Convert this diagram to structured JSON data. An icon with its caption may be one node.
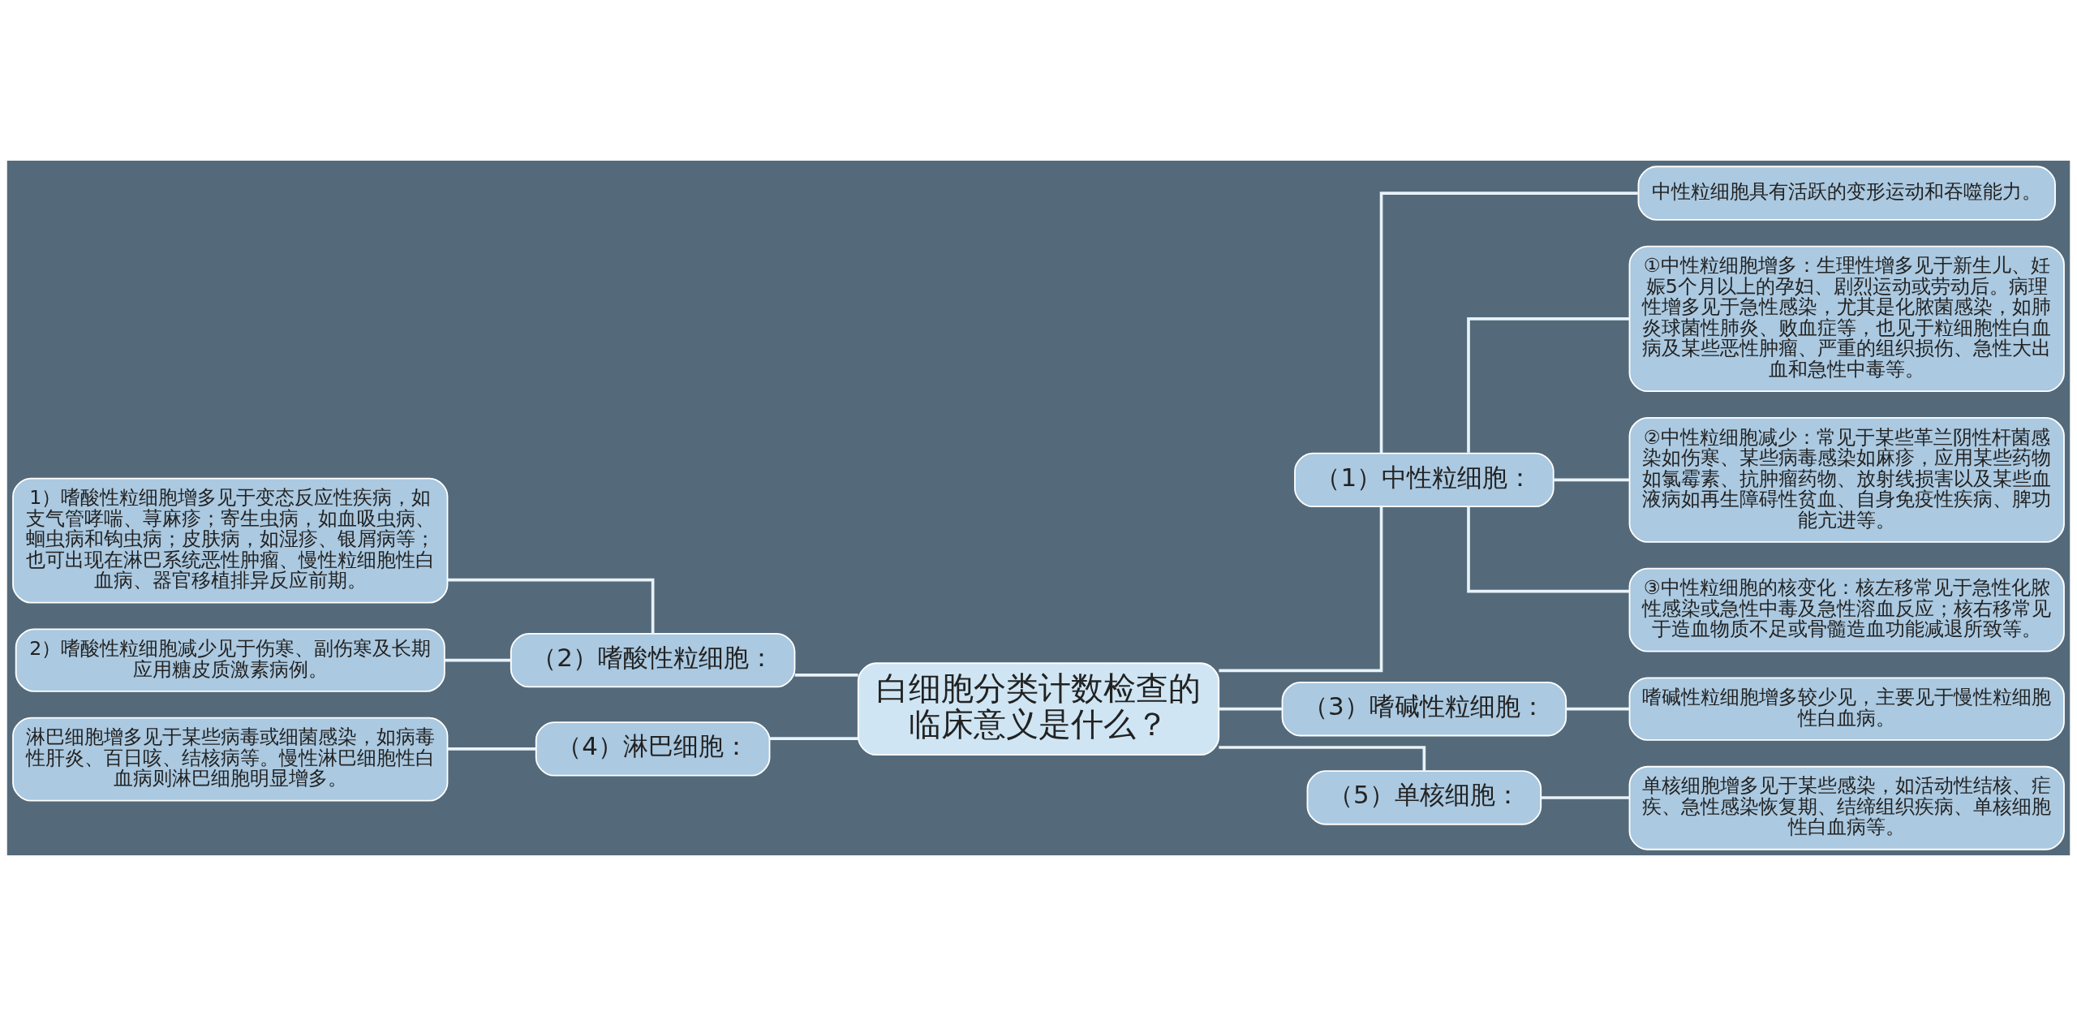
{
  "diagram": {
    "nodes": [
      {
        "text": [
          "白细胞分类计数检查的临床意义是什么？"
        ]
      },
      {
        "text": [
          "（1）中性粒细胞："
        ]
      },
      {
        "text": [
          "中性粒细胞具有活跃的变形运动和吞噬能力。"
        ]
      },
      {
        "text": [
          "①中性粒细胞增多：生理性增多见于新生儿、妊娠5个月以上的孕妇、剧烈运动或劳动后。病理性增多见于急性感染，尤其是化脓菌感染，如肺炎球菌性肺炎、败血症等，也见于粒细胞性白血病及某些恶性肿瘤、严重的组织损伤、急性大出血和急性中毒等。"
        ]
      },
      {
        "text": [
          "②中性粒细胞减少：常见于某些革兰阴性杆菌感染如伤寒、某些病毒感染如麻疹，应用某些药物如氯霉素、抗肿瘤药物、放射线损害以及某些血液病如再生障碍性贫血、自身免疫性疾病、脾功能亢进等。"
        ]
      },
      {
        "text": [
          "③中性粒细胞的核变化：核左移常见于急性化脓性感染或急性中毒及急性溶血反应；核右移常见于造血物质不足或骨髓造血功能减退所致等。"
        ]
      },
      {
        "text": [
          "（3）嗜碱性粒细胞："
        ]
      },
      {
        "text": [
          "嗜碱性粒细胞增多较少见，主要见于慢性粒细胞性白血病。"
        ]
      },
      {
        "text": [
          "（5）单核细胞："
        ]
      },
      {
        "text": [
          "单核细胞增多见于某些感染，如活动性结核、疟疾、急性感染恢复期、结缔组织疾病、单核细胞性白血病等。"
        ]
      },
      {
        "text": [
          "（2）嗜酸性粒细胞："
        ]
      },
      {
        "text": [
          "1）嗜酸性粒细胞增多见于变态反应性疾病，如支气管哮喘、荨麻疹；寄生虫病，如血吸虫病、蛔虫病和钩虫病；皮肤病，如湿疹、银屑病等；也可出现在淋巴系统恶性肿瘤、慢性粒细胞性白血病、器官移植排异反应前期。"
        ]
      },
      {
        "text": [
          "2）嗜酸性粒细胞减少见于伤寒、副伤寒及长期应用糖皮质激素病例。"
        ]
      },
      {
        "text": [
          "（4）淋巴细胞："
        ]
      },
      {
        "text": [
          "淋巴细胞增多见于某些病毒或细菌感染，如病毒性肝炎、百日咳、结核病等。慢性淋巴细胞性白血病则淋巴细胞明显增多。"
        ]
      }
    ],
    "edges": [
      {
        "from": 0,
        "to": 1,
        "arrow": "none"
      },
      {
        "from": 1,
        "to": 2,
        "arrow": "none"
      },
      {
        "from": 1,
        "to": 3,
        "arrow": "none"
      },
      {
        "from": 1,
        "to": 4,
        "arrow": "none"
      },
      {
        "from": 1,
        "to": 5,
        "arrow": "none"
      },
      {
        "from": 0,
        "to": 6,
        "arrow": "none"
      },
      {
        "from": 6,
        "to": 7,
        "arrow": "none"
      },
      {
        "from": 0,
        "to": 8,
        "arrow": "none"
      },
      {
        "from": 8,
        "to": 9,
        "arrow": "none"
      },
      {
        "from": 10,
        "to": 0,
        "arrow": "none"
      },
      {
        "from": 11,
        "to": 10,
        "arrow": "none"
      },
      {
        "from": 12,
        "to": 10,
        "arrow": "none"
      },
      {
        "from": 13,
        "to": 0,
        "arrow": "none"
      },
      {
        "from": 14,
        "to": 13,
        "arrow": "none"
      }
    ]
  }
}
